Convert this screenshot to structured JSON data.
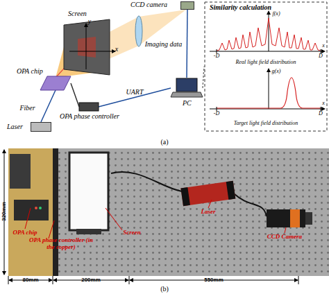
{
  "diagram": {
    "nodes": [
      {
        "text": [
          "CCD camera"
        ]
      },
      {
        "text": [
          "Screen"
        ]
      },
      {
        "text": [
          "OPA chip"
        ]
      },
      {
        "text": [
          "Laser"
        ]
      },
      {
        "text": [
          "OPA phase controller"
        ]
      },
      {
        "text": [
          "PC"
        ]
      },
      {
        "text": [
          "Similarity calculation"
        ]
      }
    ],
    "edges": [
      {
        "from": 3,
        "to": 2,
        "label": "Fiber",
        "arrow": "none"
      },
      {
        "from": 4,
        "to": 2,
        "arrow": "none"
      },
      {
        "from": 5,
        "to": 4,
        "label": "UART",
        "arrow": "none"
      },
      {
        "from": 0,
        "to": 5,
        "label": "Imaging data",
        "arrow": "none"
      },
      {
        "from": 5,
        "to": 6,
        "arrow": "none"
      }
    ],
    "labels": [
      "y",
      "x",
      "f(x)",
      "-D",
      "D",
      "x",
      "Real light field distribution",
      "g(x)",
      "-D",
      "D",
      "x",
      "Target light field distribution",
      "(a)",
      "320mm",
      "80mm",
      "200mm",
      "550mm",
      "OPA chip",
      "OPA phase controller (in the copper)",
      "Screen",
      "Laser",
      "CCD Camera",
      "(b)"
    ]
  }
}
